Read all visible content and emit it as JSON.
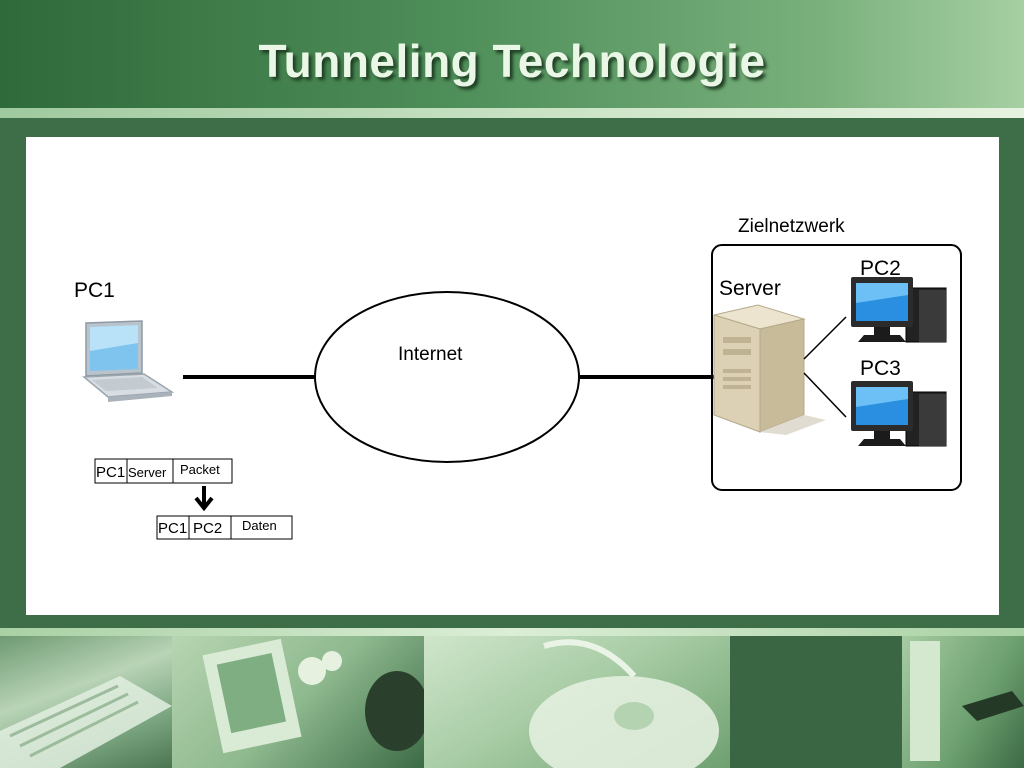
{
  "slide": {
    "title": "Tunneling Technologie"
  },
  "diagram": {
    "pc1_label": "PC1",
    "cloud_label": "Internet",
    "network_label": "Zielnetzwerk",
    "server_label": "Server",
    "pc2_label": "PC2",
    "pc3_label": "PC3",
    "outer_packet": [
      "PC1",
      "Server",
      "Packet"
    ],
    "inner_packet": [
      "PC1",
      "PC2",
      "Daten"
    ]
  },
  "colors": {
    "header": "#4f8f5a",
    "background": "#3d6e47",
    "panel": "#ffffff",
    "screen": "#2a8fe0"
  }
}
